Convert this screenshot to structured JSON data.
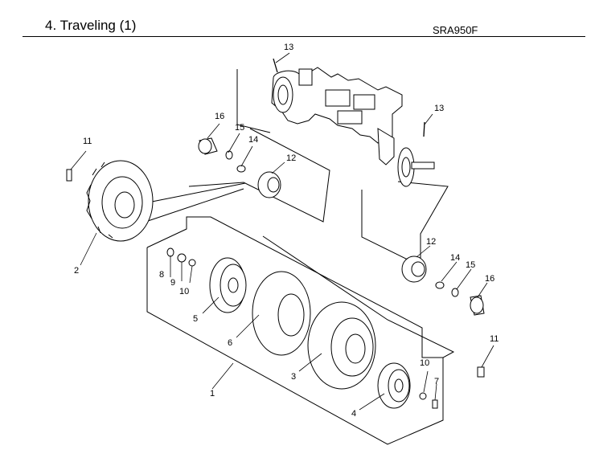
{
  "header": {
    "title": "4. Traveling (1)",
    "model": "SRA950F"
  },
  "callouts": [
    "1",
    "2",
    "3",
    "4",
    "5",
    "6",
    "7",
    "8",
    "9",
    "10",
    "10",
    "11",
    "11",
    "12",
    "12",
    "13",
    "13",
    "14",
    "14",
    "15",
    "15",
    "16",
    "16"
  ]
}
